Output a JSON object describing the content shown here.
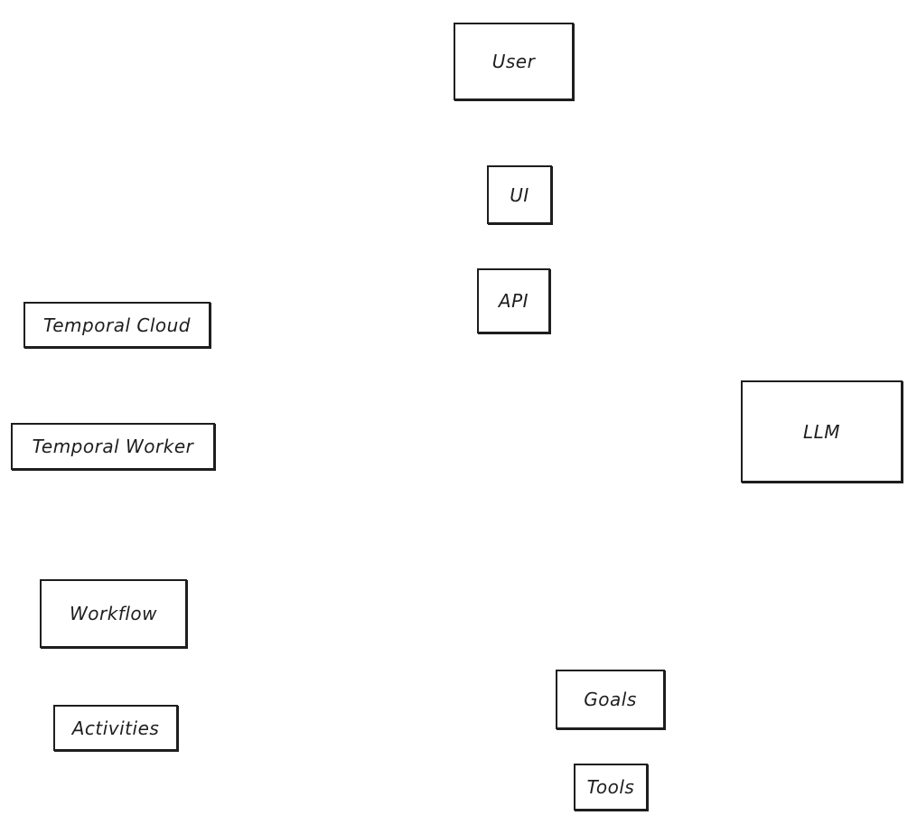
{
  "diagram": {
    "nodes": [
      {
        "id": "user",
        "label": "User"
      },
      {
        "id": "ui",
        "label": "UI"
      },
      {
        "id": "api",
        "label": "API"
      },
      {
        "id": "temporal-cloud",
        "label": "Temporal Cloud"
      },
      {
        "id": "temporal-worker",
        "label": "Temporal Worker"
      },
      {
        "id": "llm",
        "label": "LLM"
      },
      {
        "id": "workflow",
        "label": "Workflow"
      },
      {
        "id": "activities",
        "label": "Activities"
      },
      {
        "id": "goals",
        "label": "Goals"
      },
      {
        "id": "tools",
        "label": "Tools"
      }
    ],
    "stroke_color": "#1e1e1e",
    "background_color": "#ffffff"
  }
}
